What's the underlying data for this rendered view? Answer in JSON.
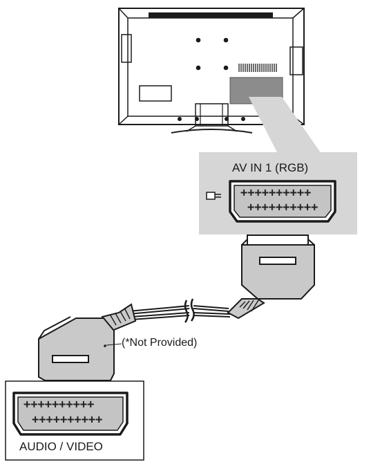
{
  "labels": {
    "av_in": "AV IN 1 (RGB)",
    "not_provided": "(*Not Provided)",
    "audio_video": "AUDIO / VIDEO"
  },
  "icons": {
    "tv": "tv-back-panel-icon",
    "scart_port_symbol": "scart-input-icon",
    "scart_connector": "scart-plug-icon",
    "cable_break": "cable-break-icon"
  },
  "colors": {
    "panel_gray": "#d6d6d6",
    "connector_gray": "#c7c7c7",
    "outline": "#1a1a1a"
  }
}
